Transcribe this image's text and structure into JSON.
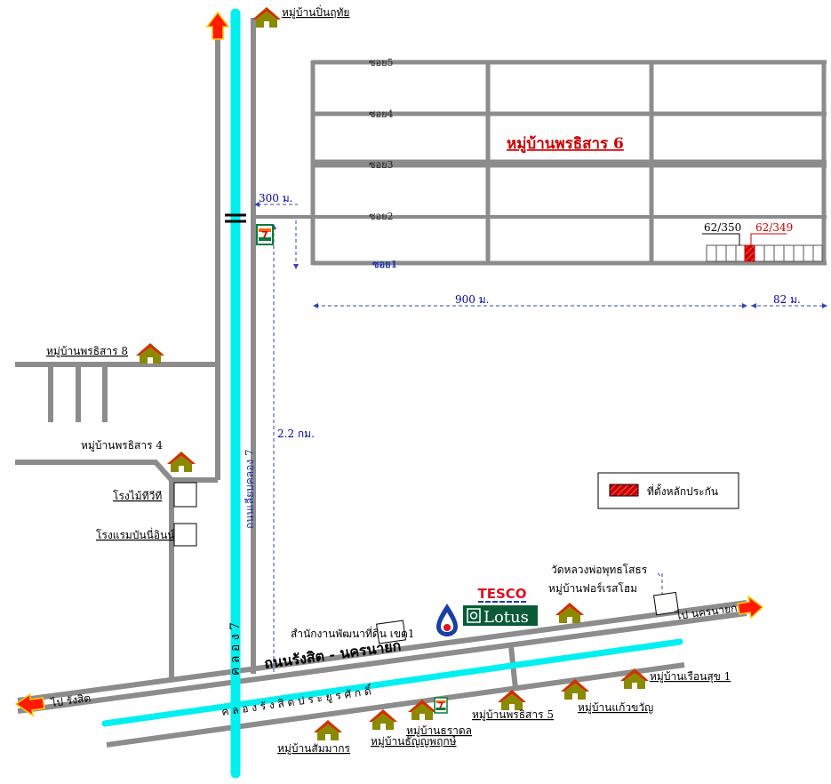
{
  "labels": {
    "moo_ban_pin_nathai": "หมู่บ้านปิ่นฤทัย",
    "soi5": "ซอย5",
    "soi4": "ซอย4",
    "soi3": "ซอย3",
    "soi2": "ซอย2",
    "soi1": "ซอย1",
    "pornsiri6": "หมู่บ้านพรธิสาร 6",
    "plot_left": "62/350",
    "plot_right": "62/349",
    "dist_300": "300 ม.",
    "dist_900": "900 ม.",
    "dist_82": "82 ม.",
    "dist_22": "2.2 กม.",
    "pornsiri8": "หมู่บ้านพรธิสาร 8",
    "pornsiri4": "หมู่บ้านพรธิสาร 4",
    "road_klong7": "ถนนเลียบคลอง 7",
    "factory": "โรงไม้ทีวีที",
    "hotel": "โรงแรมบันนี่อินน์",
    "legend": "ที่ตั้งหลักประกัน",
    "temple": "วัดหลวงพ่อพุทธโสธร",
    "forest_home": "หมู่บ้านฟอร์เรสโฮม",
    "land_office": "สำนักงานพัฒนาที่ดิน เขต1",
    "road_rangsit": "ถนนรังสิต - นครนายก",
    "to_nakhonnayok": "ไป นครนายก",
    "to_rangsit": "ไป รังสิต",
    "canal_rangsit": "ค ล อ ง รั ง สิ ต ป ร ะ ยู ร ศั ก ดิ์",
    "canal7": "ค ล อ ง 7",
    "ruen_suk1": "หมู่บ้านเรือนสุข 1",
    "kaew_kwan": "หมู่บ้านแก้วขวัญ",
    "pornsiri5": "หมู่บ้านพรธิสาร 5",
    "tharadol": "หมู่บ้านธราดล",
    "thanya": "หมู่บ้านธัญญพฤกษ์",
    "sommakorn": "หมู่บ้านสัมมากร",
    "tesco": "TESCO",
    "lotus": "Lotus",
    "seven": "7"
  },
  "colors": {
    "road": "#8c8c8c",
    "canal": "#00f0f0",
    "dim": "#3344bb",
    "arrow_red": "#ff1a00",
    "arrow_yellow": "#ffcc00",
    "house_green": "#8a8a00",
    "house_roof_red": "#cc3300",
    "plot_red": "#cc0000",
    "lotus_green": "#0a5a38",
    "tesco_red": "#e01020",
    "title_red": "#cc0000"
  },
  "icons": [
    "arrow-icon",
    "house-icon",
    "seven-eleven-icon",
    "ptt-icon",
    "tesco-lotus-logo",
    "hatched-plot-icon",
    "bridge-icon"
  ]
}
